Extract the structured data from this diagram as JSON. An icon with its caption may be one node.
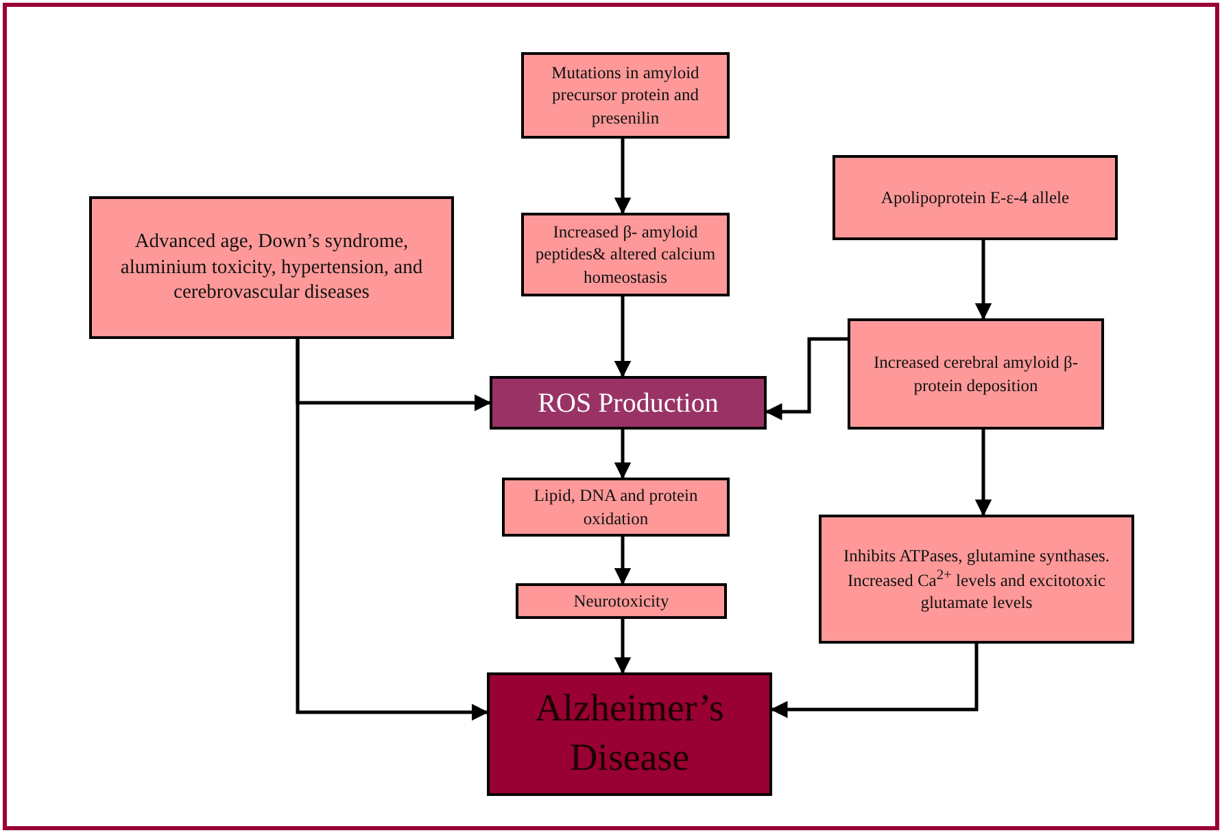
{
  "diagram": {
    "nodes": [
      {
        "text": [
          "Mutations in amyloid precursor protein and presenilin"
        ]
      },
      {
        "text": [
          "Increased β- amyloid peptides& altered calcium homeostasis"
        ]
      },
      {
        "text": [
          "Advanced age, Down’s syndrome, aluminium toxicity, hypertension, and cerebrovascular diseases"
        ]
      },
      {
        "text": [
          "ROS Production"
        ]
      },
      {
        "text": [
          "Lipid, DNA and protein oxidation"
        ]
      },
      {
        "text": [
          "Neurotoxicity"
        ]
      },
      {
        "text": [
          "Alzheimer’s Disease"
        ]
      },
      {
        "text": [
          "Apolipoprotein E-ε-4 allele"
        ]
      },
      {
        "text": [
          "Increased cerebral amyloid β-protein deposition"
        ]
      },
      {
        "text": [
          "Inhibits ATPases, glutamine synthases. Increased Ca$^{2+}$ levels and excitotoxic glutamate levels"
        ]
      }
    ],
    "edges": [
      {
        "from": 0,
        "to": 1,
        "arrow": "to"
      },
      {
        "from": 1,
        "to": 3,
        "arrow": "to"
      },
      {
        "from": 2,
        "to": 3,
        "arrow": "to"
      },
      {
        "from": 2,
        "to": 6,
        "arrow": "to"
      },
      {
        "from": 8,
        "to": 3,
        "arrow": "to"
      },
      {
        "from": 3,
        "to": 4,
        "arrow": "to"
      },
      {
        "from": 4,
        "to": 5,
        "arrow": "to"
      },
      {
        "from": 5,
        "to": 6,
        "arrow": "to"
      },
      {
        "from": 7,
        "to": 8,
        "arrow": "to"
      },
      {
        "from": 8,
        "to": 9,
        "arrow": "to"
      },
      {
        "from": 9,
        "to": 6,
        "arrow": "to"
      }
    ]
  }
}
